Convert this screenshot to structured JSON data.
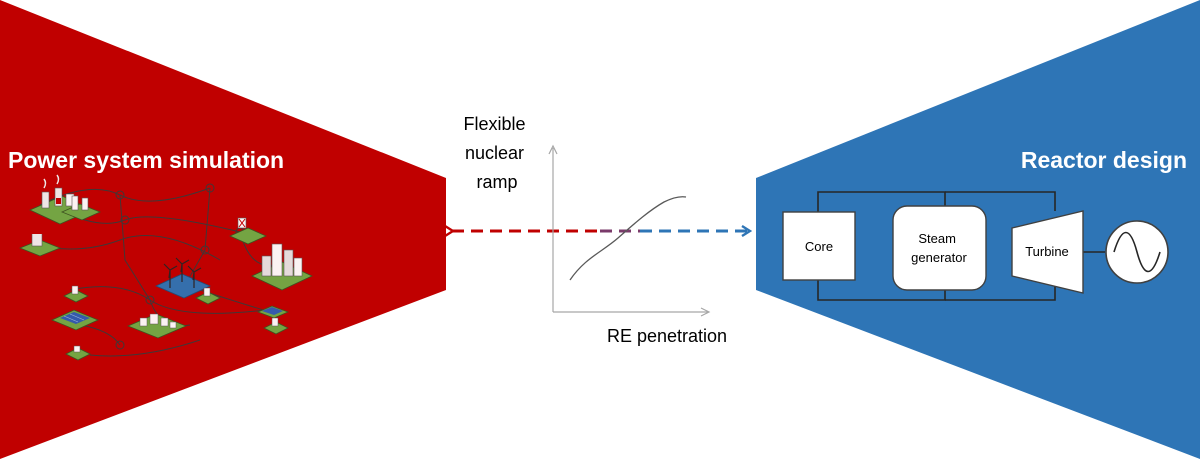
{
  "left_panel": {
    "title": "Power system simulation",
    "color": "#c00000"
  },
  "right_panel": {
    "title": "Reactor design",
    "color": "#2e75b6"
  },
  "center": {
    "y_label_lines": [
      "Flexible",
      "nuclear",
      "ramp"
    ],
    "x_label": "RE penetration",
    "arrow_left_color": "#c00000",
    "arrow_right_color": "#2e75b6"
  },
  "reactor": {
    "core_label": "Core",
    "steam_generator_lines": [
      "Steam",
      "generator"
    ],
    "turbine_label": "Turbine",
    "generator_icon": "sine-wave-icon"
  },
  "grid_illustration": {
    "icons": [
      "power-plant-icon",
      "wind-turbine-icon",
      "solar-panel-icon",
      "city-icon",
      "transmission-line-icon"
    ]
  }
}
